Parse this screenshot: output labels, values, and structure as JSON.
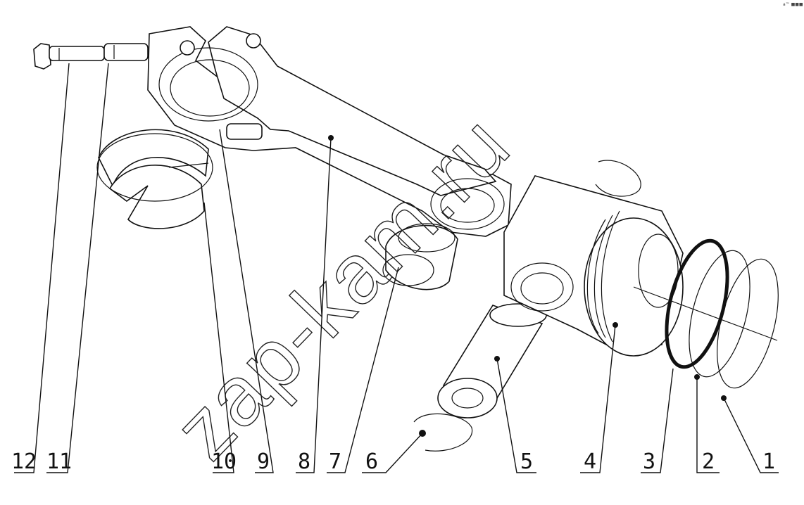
{
  "corner_mark": "a™ ■■■",
  "watermark": "zap-kam.ru",
  "callouts": [
    {
      "label": "1"
    },
    {
      "label": "2"
    },
    {
      "label": "3"
    },
    {
      "label": "4"
    },
    {
      "label": "5"
    },
    {
      "label": "6"
    },
    {
      "label": "7"
    },
    {
      "label": "8"
    },
    {
      "label": "9"
    },
    {
      "label": "10"
    },
    {
      "label": "11"
    },
    {
      "label": "12"
    }
  ]
}
